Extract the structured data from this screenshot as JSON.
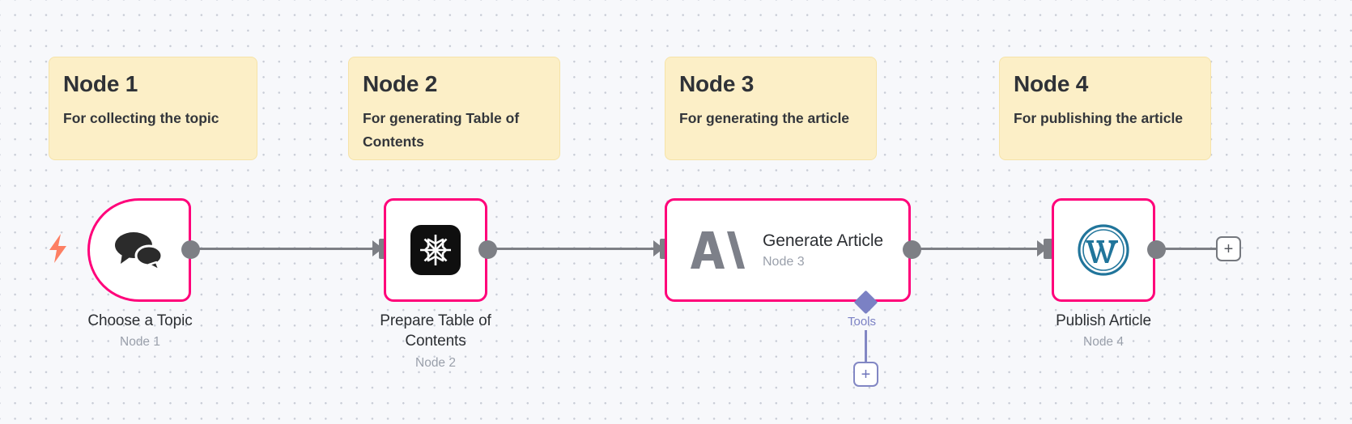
{
  "canvas": {
    "background_color": "#f7f8fb",
    "grid_dot_color": "#c8ccd6",
    "accent_color": "#ff007a",
    "connector_color": "#7d7f85",
    "tools_color": "#7b81c4",
    "sticky_color": "#fcefc7"
  },
  "sticky_notes": [
    {
      "title": "Node 1",
      "body": "For collecting the topic"
    },
    {
      "title": "Node 2",
      "body": "For generating Table of Contents"
    },
    {
      "title": "Node 3",
      "body": "For generating the article"
    },
    {
      "title": "Node 4",
      "body": "For publishing the article"
    }
  ],
  "nodes": [
    {
      "caption": "Choose a Topic",
      "subcaption": "Node 1",
      "icon": "chat-bubbles-icon",
      "shape": "trigger",
      "has_trigger_bolt": true,
      "bolt_color": "#fd7f63"
    },
    {
      "caption": "Prepare Table of Contents",
      "subcaption": "Node 2",
      "icon": "anthropic-mark-icon",
      "shape": "square"
    },
    {
      "inline_title": "Generate Article",
      "inline_sub": "Node 3",
      "icon": "anthropic-wordmark-icon",
      "shape": "wide",
      "sub_connector": {
        "label": "Tools",
        "add_button": "+"
      }
    },
    {
      "caption": "Publish Article",
      "subcaption": "Node 4",
      "icon": "wordpress-icon",
      "shape": "square"
    }
  ],
  "buttons": {
    "add_node": "+",
    "add_tool": "+"
  }
}
